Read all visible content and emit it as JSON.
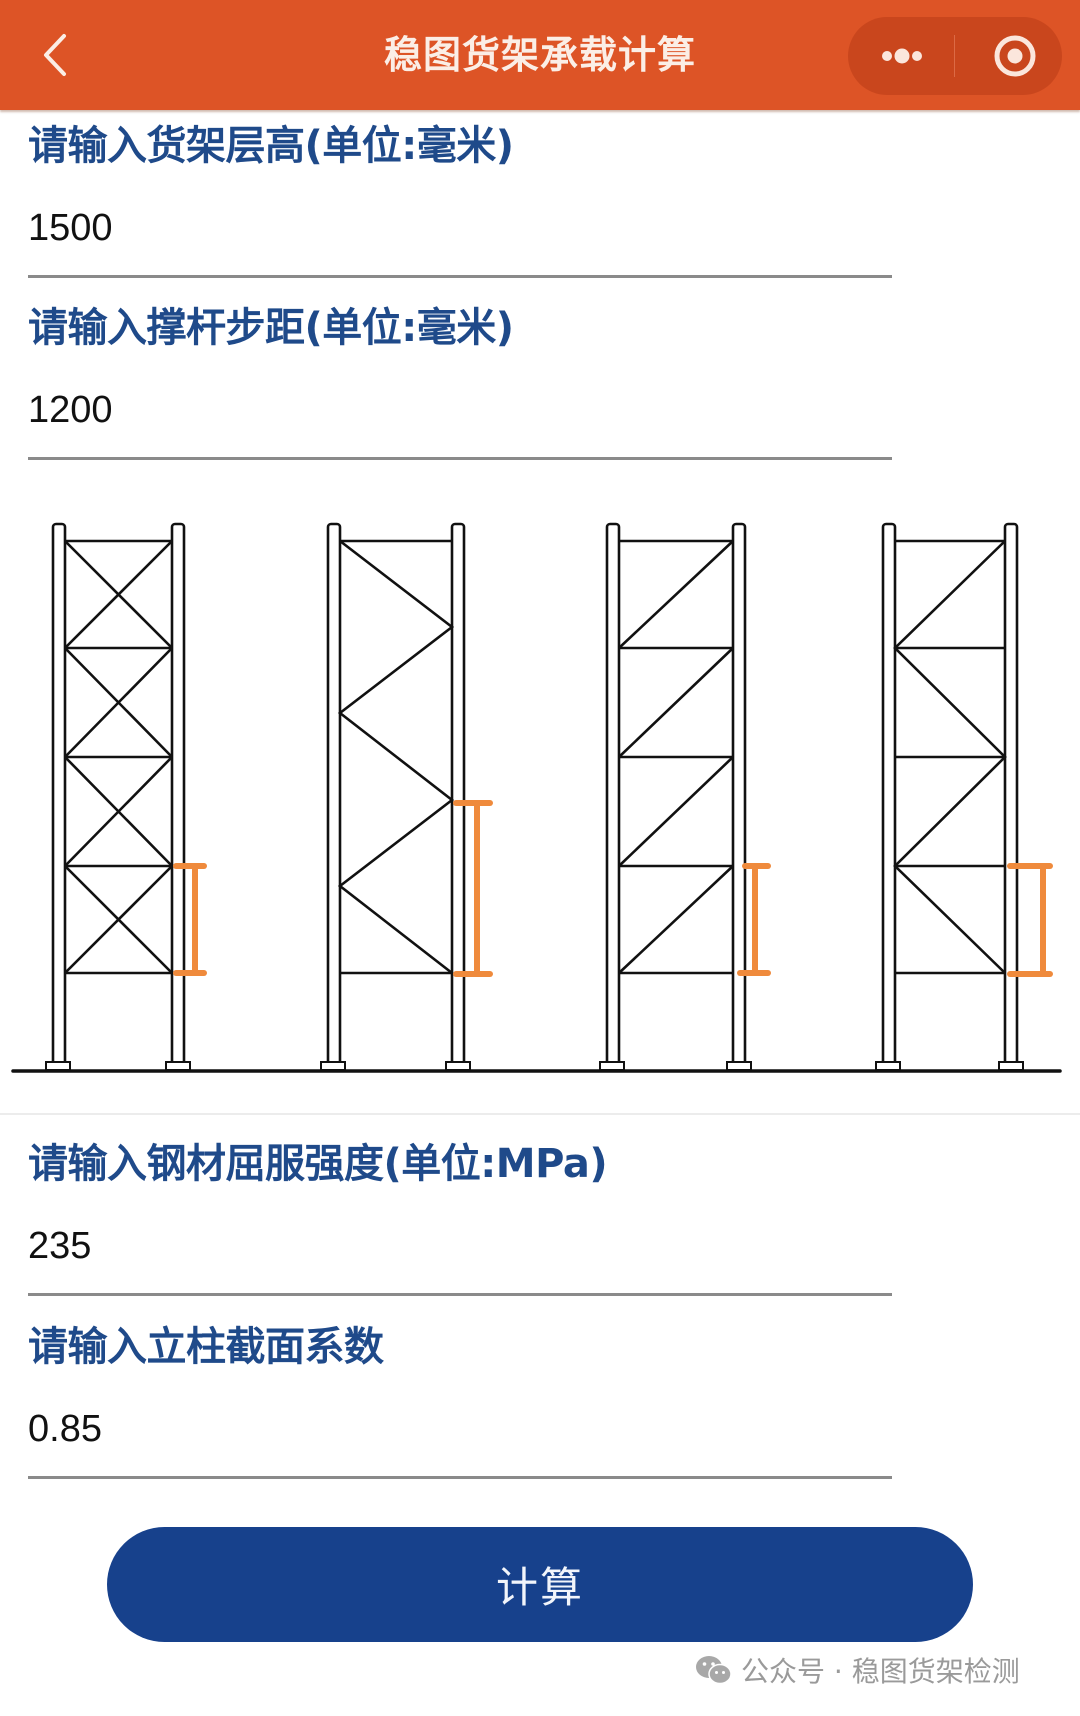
{
  "navbar": {
    "title": "稳图货架承载计算",
    "back_icon": "chevron-left-icon",
    "more_icon": "more-dots-icon",
    "close_icon": "target-circle-icon",
    "background_color": "#dd5426"
  },
  "fields": [
    {
      "label": "请输入货架层高(单位:毫米)",
      "value": "1500"
    },
    {
      "label": "请输入撑杆步距(单位:毫米)",
      "value": "1200"
    },
    {
      "label": "请输入钢材屈服强度(单位:MPa)",
      "value": "235"
    },
    {
      "label": "请输入立柱截面系数",
      "value": "0.85"
    }
  ],
  "diagram": {
    "description": "Four upright frames with different bracing patterns; orange I-markers indicate bracing step distance",
    "frames": [
      {
        "bracing": "X-cross",
        "panels": 4
      },
      {
        "bracing": "K-zigzag",
        "panels": 4
      },
      {
        "bracing": "single-diagonal",
        "panels": 4
      },
      {
        "bracing": "alternating-diagonal",
        "panels": 4
      }
    ],
    "accent_color": "#ef8a3c"
  },
  "actions": {
    "calculate_label": "计算",
    "button_color": "#17418c"
  },
  "watermark": {
    "icon": "wechat-icon",
    "text": "公众号 · 稳图货架检测"
  }
}
